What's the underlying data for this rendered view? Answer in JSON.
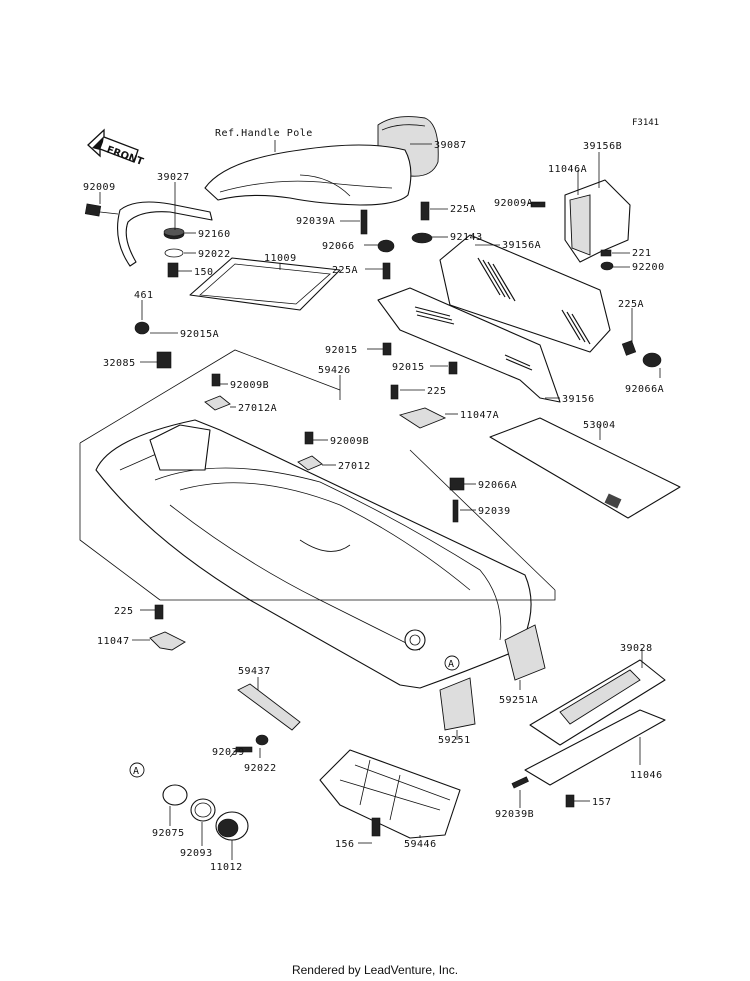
{
  "figure_code": "F3141",
  "reference_text": "Ref.Handle Pole",
  "front_label": "FRONT",
  "callout_letter": "A",
  "footer": "Rendered by LeadVenture, Inc.",
  "parts": {
    "p39087": "39087",
    "p39156B": "39156B",
    "p11046A": "11046A",
    "p92009A": "92009A",
    "p221": "221",
    "p92200": "92200",
    "p39027": "39027",
    "p92009": "92009",
    "p92160": "92160",
    "p92022a": "92022",
    "p150": "150",
    "p11009": "11009",
    "p92039A": "92039A",
    "p92066": "92066",
    "p225A_top": "225A",
    "p92143": "92143",
    "p225A_mid": "225A",
    "p39156A": "39156A",
    "p461": "461",
    "p92015A": "92015A",
    "p225A_right": "225A",
    "p32085": "32085",
    "p92015a": "92015",
    "p92015b": "92015",
    "p59426": "59426",
    "p92066A": "92066A",
    "p92009B_top": "92009B",
    "p225_mid": "225",
    "p39156": "39156",
    "p27012A": "27012A",
    "p11047A": "11047A",
    "p53004": "53004",
    "p92009B_mid": "92009B",
    "p27012": "27012",
    "p92066A_mid": "92066A",
    "p92039": "92039",
    "p225_left": "225",
    "p11047": "11047",
    "p39028": "39028",
    "p59437": "59437",
    "p59251A": "59251A",
    "p59251": "59251",
    "p92039_low": "92039",
    "p92022b": "92022",
    "p11046": "11046",
    "p92075": "92075",
    "p92093": "92093",
    "p11012": "11012",
    "p156": "156",
    "p59446": "59446",
    "p92039B": "92039B",
    "p157": "157"
  }
}
